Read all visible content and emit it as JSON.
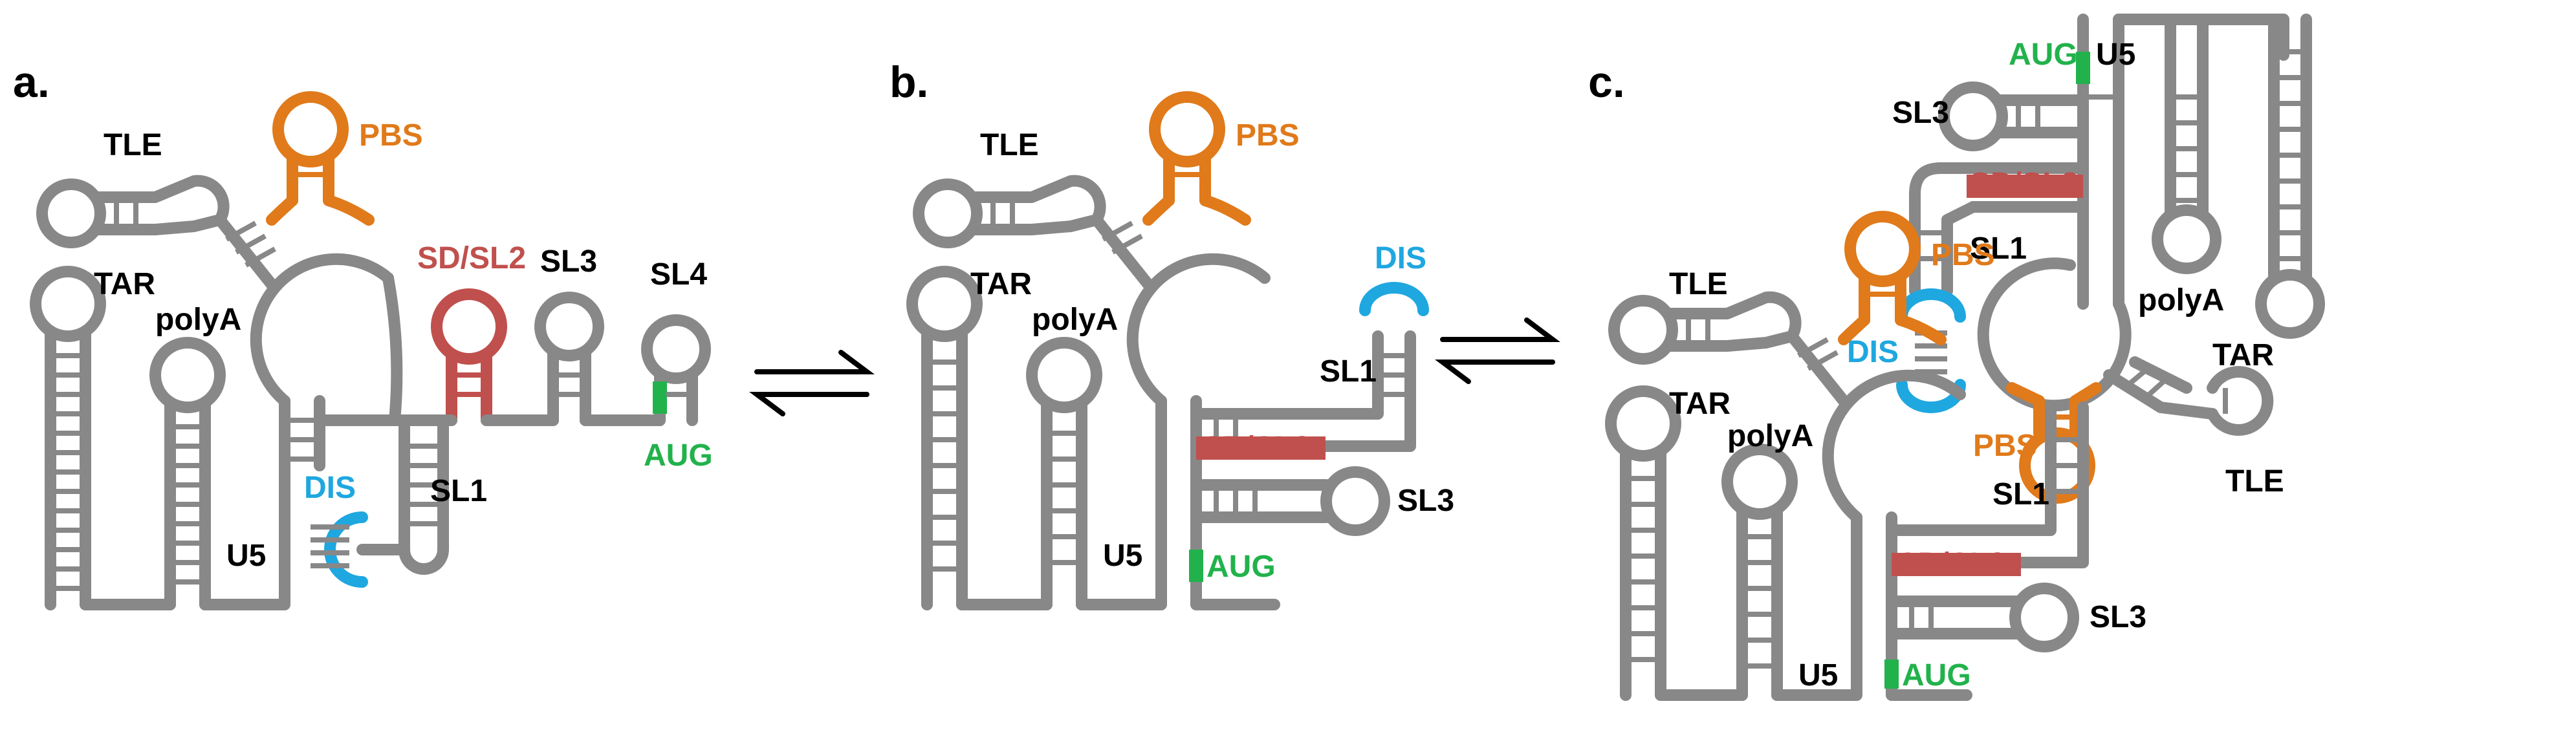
{
  "panels": {
    "a": {
      "letter": "a.",
      "labels": {
        "tle": "TLE",
        "pbs": "PBS",
        "tar": "TAR",
        "polya": "polyA",
        "sdsl2": "SD/SL2",
        "sl3": "SL3",
        "sl4": "SL4",
        "sl1": "SL1",
        "dis": "DIS",
        "u5": "U5",
        "aug": "AUG"
      }
    },
    "b": {
      "letter": "b.",
      "labels": {
        "tle": "TLE",
        "pbs": "PBS",
        "tar": "TAR",
        "polya": "polyA",
        "dis": "DIS",
        "sl1": "SL1",
        "sdsl2": "SD/SL2",
        "sl3": "SL3",
        "u5": "U5",
        "aug": "AUG"
      }
    },
    "c": {
      "letter": "c.",
      "labels": {
        "aug_top": "AUG",
        "u5_top": "U5",
        "sl3_top": "SL3",
        "sdsl2_top": "SD/SL2",
        "sl1_top": "SL1",
        "polya_right": "polyA",
        "tar_right": "TAR",
        "pbs_right": "PBS",
        "tle_right": "TLE",
        "tle": "TLE",
        "pbs": "PBS",
        "tar": "TAR",
        "polya": "polyA",
        "dis": "DIS",
        "sl1": "SL1",
        "sdsl2": "SD/SL2",
        "sl3": "SL3",
        "u5": "U5",
        "aug": "AUG"
      }
    }
  },
  "colors": {
    "backbone": "#888888",
    "pbs": "#e07a1a",
    "sd_sl2": "#c0504d",
    "dis": "#1fa7e0",
    "aug": "#22b24c"
  }
}
